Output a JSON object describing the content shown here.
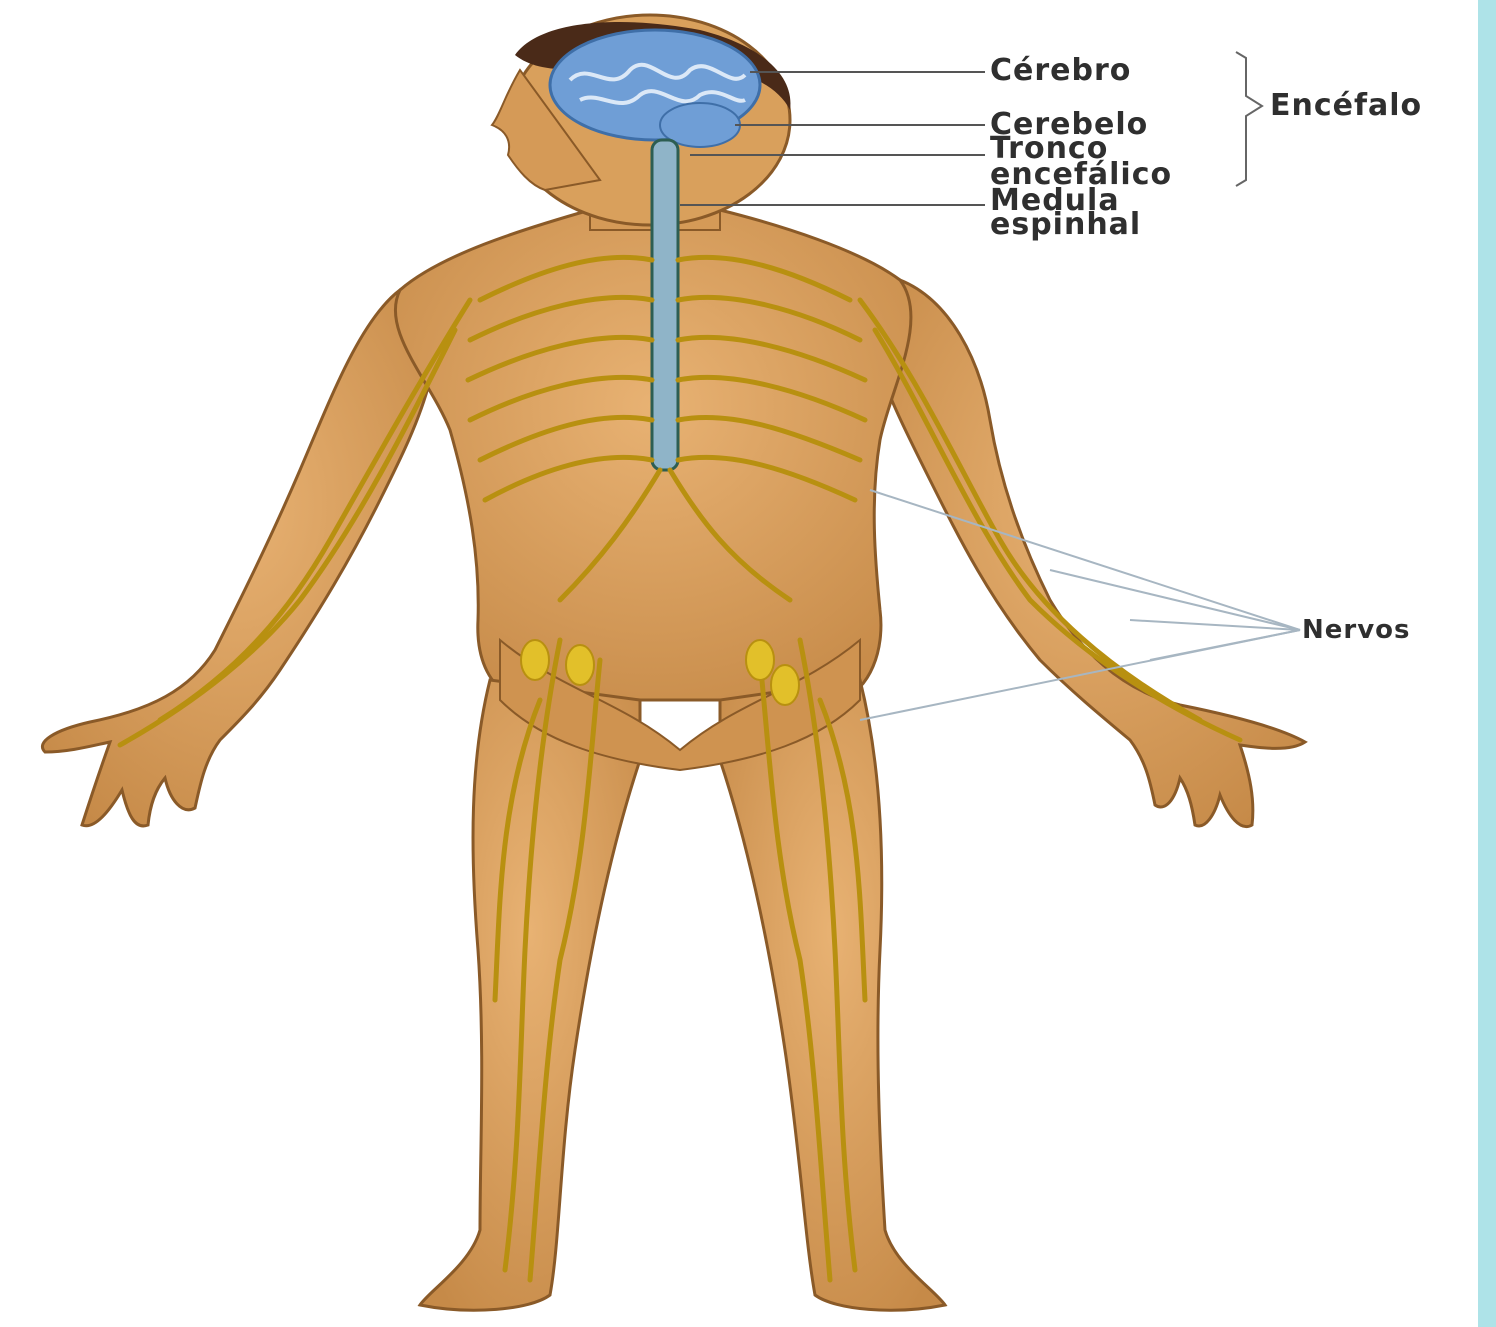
{
  "labels": {
    "cerebro": "Cérebro",
    "cerebelo": "Cerebelo",
    "tronco_line1": "Tronco",
    "tronco_line2": "encefálico",
    "medula_line1": "Medula",
    "medula_line2": "espinhal",
    "encefalo": "Encéfalo",
    "nervos": "Nervos"
  },
  "colors": {
    "skin": "#d9a05c",
    "skin_shadow": "#b5783a",
    "nerve": "#b89010",
    "nerve_light": "#e2c02a",
    "brain": "#6f9ed6",
    "hair": "#4a2a18",
    "spinal_cord": "#8fb4c8",
    "accent_bar": "#aee3e8",
    "leader_line": "#555555",
    "nervos_leader": "#a7b6c2"
  }
}
